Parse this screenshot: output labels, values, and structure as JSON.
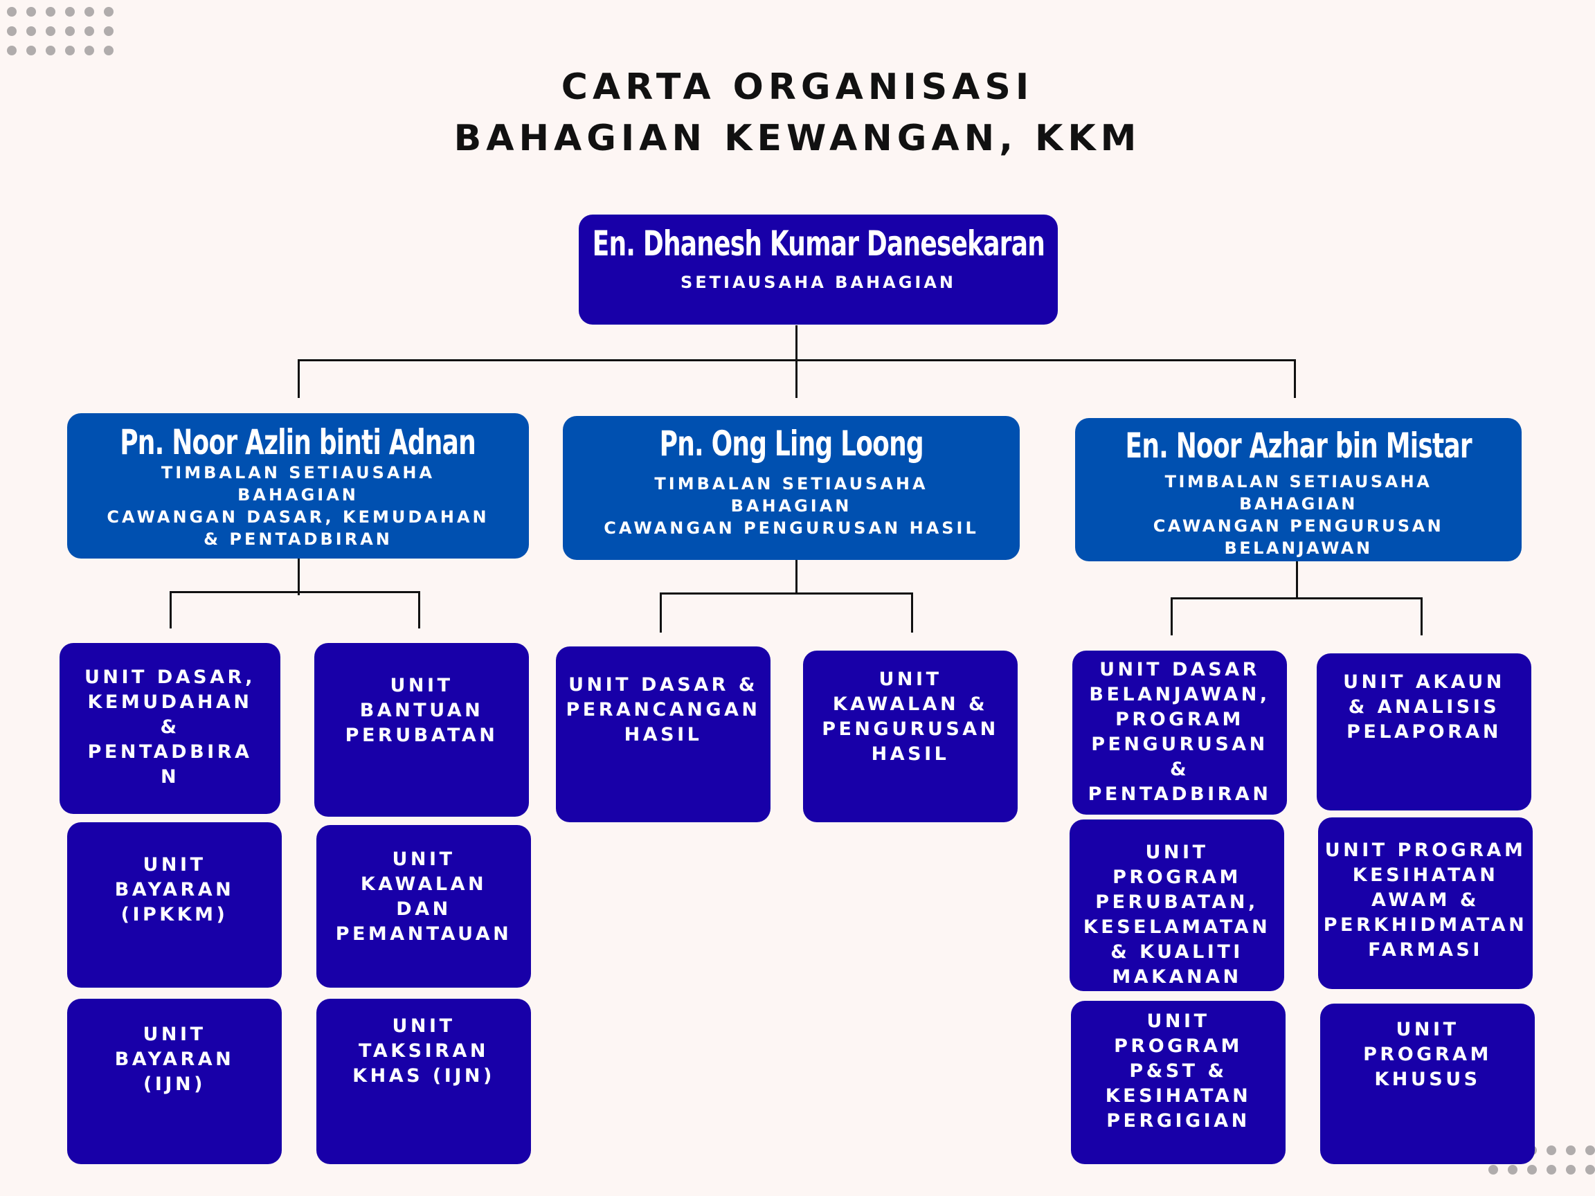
{
  "title": {
    "line1": "CARTA ORGANISASI",
    "line2": "BAHAGIAN KEWANGAN, KKM"
  },
  "head": {
    "name": "En. Dhanesh Kumar Danesekaran",
    "role": "SETIAUSAHA BAHAGIAN"
  },
  "deputies": [
    {
      "name": "Pn. Noor Azlin binti Adnan",
      "role": "TIMBALAN SETIAUSAHA\nBAHAGIAN\nCAWANGAN DASAR, KEMUDAHAN\n& PENTADBIRAN"
    },
    {
      "name": "Pn. Ong Ling Loong",
      "role": "TIMBALAN SETIAUSAHA\nBAHAGIAN\nCAWANGAN PENGURUSAN HASIL"
    },
    {
      "name": "En. Noor Azhar bin Mistar",
      "role": "TIMBALAN SETIAUSAHA\nBAHAGIAN\nCAWANGAN PENGURUSAN BELANJAWAN"
    }
  ],
  "units": [
    "UNIT DASAR,\nKEMUDAHAN\n&\nPENTADBIRA\nN",
    "UNIT\nBANTUAN\nPERUBATAN",
    "UNIT\nBAYARAN\n(IPKKM)",
    "UNIT\nKAWALAN\nDAN\nPEMANTAUAN",
    "UNIT\nBAYARAN\n(IJN)",
    "UNIT\nTAKSIRAN\nKHAS (IJN)",
    "UNIT DASAR &\nPERANCANGAN\nHASIL",
    "UNIT\nKAWALAN &\nPENGURUSAN\nHASIL",
    "UNIT DASAR\nBELANJAWAN,\nPROGRAM\nPENGURUSAN &\nPENTADBIRAN",
    "UNIT AKAUN\n& ANALISIS\nPELAPORAN",
    "UNIT PROGRAM\nPERUBATAN,\nKESELAMATAN\n& KUALITI\nMAKANAN",
    "UNIT PROGRAM\nKESIHATAN\nAWAM &\nPERKHIDMATAN\nFARMASI",
    "UNIT\nPROGRAM\nP&ST &\nKESIHATAN\nPERGIGIAN",
    "UNIT\nPROGRAM\nKHUSUS"
  ],
  "colors": {
    "background": "#fdf6f4",
    "unit_box": "#1800a8",
    "deputy_box": "#0050b0",
    "connector": "#111111"
  }
}
